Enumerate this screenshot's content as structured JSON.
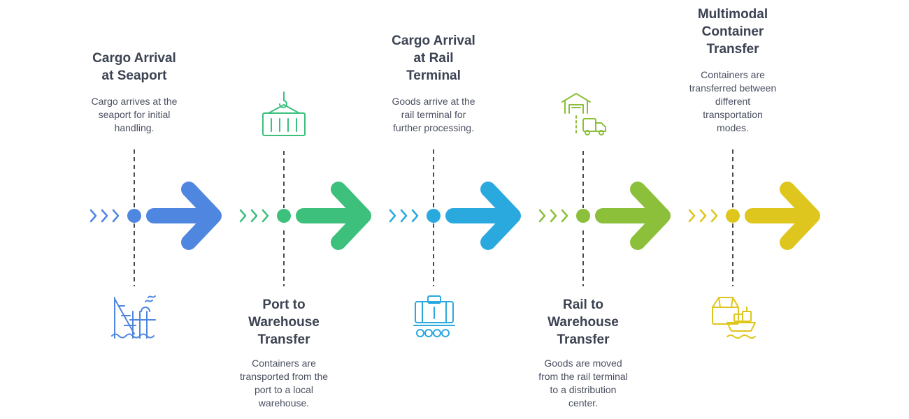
{
  "steps": [
    {
      "title": "Cargo Arrival at Seaport",
      "title_lines": [
        "Cargo Arrival",
        "at Seaport"
      ],
      "description_lines": [
        "Cargo arrives at the",
        "seaport for initial",
        "handling."
      ],
      "color": "#4f86e0",
      "icon": "offshore-platform-icon"
    },
    {
      "title": "Port to Warehouse Transfer",
      "title_lines": [
        "Port to",
        "Warehouse",
        "Transfer"
      ],
      "description_lines": [
        "Containers are",
        "transported from the",
        "port to a local",
        "warehouse."
      ],
      "color": "#3cc07c",
      "icon": "crane-container-icon"
    },
    {
      "title": "Cargo Arrival at Rail Terminal",
      "title_lines": [
        "Cargo Arrival",
        "at Rail",
        "Terminal"
      ],
      "description_lines": [
        "Goods arrive at the",
        "rail terminal for",
        "further processing."
      ],
      "color": "#2aa9df",
      "icon": "freight-railcar-icon"
    },
    {
      "title": "Rail to Warehouse Transfer",
      "title_lines": [
        "Rail to",
        "Warehouse",
        "Transfer"
      ],
      "description_lines": [
        "Goods are moved",
        "from the rail terminal",
        "to a distribution",
        "center."
      ],
      "color": "#8cbf3a",
      "icon": "warehouse-truck-icon"
    },
    {
      "title": "Multimodal Container Transfer",
      "title_lines": [
        "Multimodal",
        "Container",
        "Transfer"
      ],
      "description_lines": [
        "Containers are",
        "transferred between",
        "different",
        "transportation",
        "modes."
      ],
      "color": "#dfc61e",
      "icon": "box-ship-icon"
    }
  ]
}
